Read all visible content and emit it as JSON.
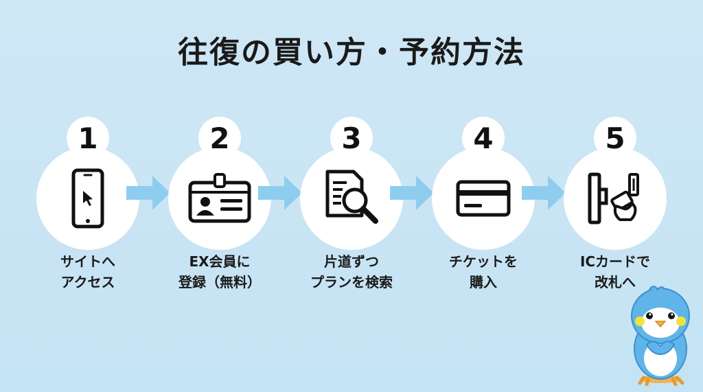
{
  "title": "往復の買い方・予約方法",
  "steps": [
    {
      "number": "1",
      "line1": "サイトへ",
      "line2": "アクセス",
      "icon": "smartphone-icon"
    },
    {
      "number": "2",
      "line1": "EX会員に",
      "line2": "登録（無料）",
      "icon": "id-card-icon"
    },
    {
      "number": "3",
      "line1": "片道ずつ",
      "line2": "プランを検索",
      "icon": "document-search-icon"
    },
    {
      "number": "4",
      "line1": "チケットを",
      "line2": "購入",
      "icon": "credit-card-icon"
    },
    {
      "number": "5",
      "line1": "ICカードで",
      "line2": "改札へ",
      "icon": "ticket-gate-icon"
    }
  ],
  "colors": {
    "background": "#c8e5f5",
    "arrow": "#8fcdef",
    "circle": "#ffffff",
    "text": "#1a1a1a",
    "mascot_body": "#5fb4ea",
    "mascot_cheek": "#f3e23a"
  }
}
